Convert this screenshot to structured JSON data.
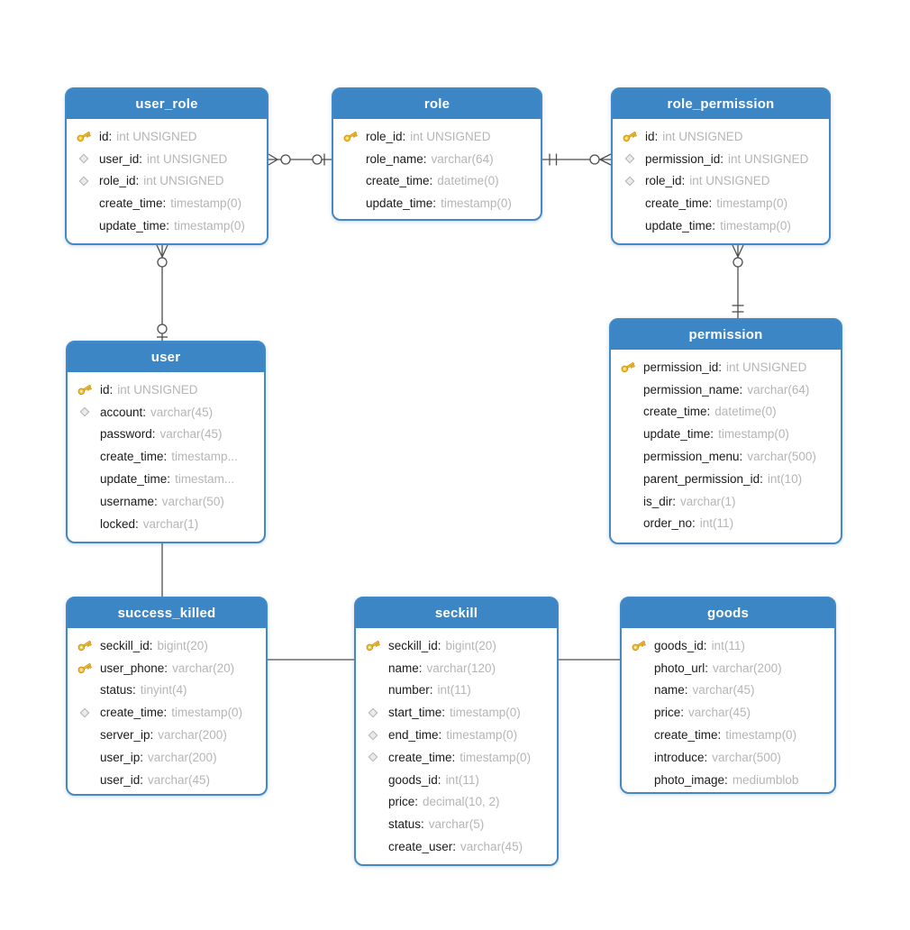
{
  "diagram": {
    "colors": {
      "header_blue": "#3c86c5",
      "border_blue": "#4289c8",
      "connector_line": "#4d4d4d",
      "column_name": "#1b1b1b",
      "column_type": "#b5b5b5",
      "key_icon_fill": "#f6c73e",
      "diamond_icon_fill": "#ebebeb"
    },
    "tables": [
      {
        "id": "user_role",
        "title": "user_role",
        "columns": [
          {
            "icon": "key",
            "name": "id",
            "type": "int UNSIGNED"
          },
          {
            "icon": "diamond",
            "name": "user_id",
            "type": "int UNSIGNED"
          },
          {
            "icon": "diamond",
            "name": "role_id",
            "type": "int UNSIGNED"
          },
          {
            "icon": "none",
            "name": "create_time",
            "type": "timestamp(0)"
          },
          {
            "icon": "none",
            "name": "update_time",
            "type": "timestamp(0)"
          }
        ]
      },
      {
        "id": "role",
        "title": "role",
        "columns": [
          {
            "icon": "key",
            "name": "role_id",
            "type": "int UNSIGNED"
          },
          {
            "icon": "none",
            "name": "role_name",
            "type": "varchar(64)"
          },
          {
            "icon": "none",
            "name": "create_time",
            "type": "datetime(0)"
          },
          {
            "icon": "none",
            "name": "update_time",
            "type": "timestamp(0)"
          }
        ]
      },
      {
        "id": "role_permission",
        "title": "role_permission",
        "columns": [
          {
            "icon": "key",
            "name": "id",
            "type": "int UNSIGNED"
          },
          {
            "icon": "diamond",
            "name": "permission_id",
            "type": "int UNSIGNED"
          },
          {
            "icon": "diamond",
            "name": "role_id",
            "type": "int UNSIGNED"
          },
          {
            "icon": "none",
            "name": "create_time",
            "type": "timestamp(0)"
          },
          {
            "icon": "none",
            "name": "update_time",
            "type": "timestamp(0)"
          }
        ]
      },
      {
        "id": "permission",
        "title": "permission",
        "columns": [
          {
            "icon": "key",
            "name": "permission_id",
            "type": "int UNSIGNED"
          },
          {
            "icon": "none",
            "name": "permission_name",
            "type": "varchar(64)"
          },
          {
            "icon": "none",
            "name": "create_time",
            "type": "datetime(0)"
          },
          {
            "icon": "none",
            "name": "update_time",
            "type": "timestamp(0)"
          },
          {
            "icon": "none",
            "name": "permission_menu",
            "type": "varchar(500)"
          },
          {
            "icon": "none",
            "name": "parent_permission_id",
            "type": "int(10)"
          },
          {
            "icon": "none",
            "name": "is_dir",
            "type": "varchar(1)"
          },
          {
            "icon": "none",
            "name": "order_no",
            "type": "int(11)"
          }
        ]
      },
      {
        "id": "user",
        "title": "user",
        "columns": [
          {
            "icon": "key",
            "name": "id",
            "type": "int UNSIGNED"
          },
          {
            "icon": "diamond",
            "name": "account",
            "type": "varchar(45)"
          },
          {
            "icon": "none",
            "name": "password",
            "type": "varchar(45)"
          },
          {
            "icon": "none",
            "name": "create_time",
            "type": "timestamp..."
          },
          {
            "icon": "none",
            "name": "update_time",
            "type": "timestam..."
          },
          {
            "icon": "none",
            "name": "username",
            "type": "varchar(50)"
          },
          {
            "icon": "none",
            "name": "locked",
            "type": "varchar(1)"
          }
        ]
      },
      {
        "id": "success_killed",
        "title": "success_killed",
        "columns": [
          {
            "icon": "key",
            "name": "seckill_id",
            "type": "bigint(20)"
          },
          {
            "icon": "key",
            "name": "user_phone",
            "type": "varchar(20)"
          },
          {
            "icon": "none",
            "name": "status",
            "type": "tinyint(4)"
          },
          {
            "icon": "diamond",
            "name": "create_time",
            "type": "timestamp(0)"
          },
          {
            "icon": "none",
            "name": "server_ip",
            "type": "varchar(200)"
          },
          {
            "icon": "none",
            "name": "user_ip",
            "type": "varchar(200)"
          },
          {
            "icon": "none",
            "name": "user_id",
            "type": "varchar(45)"
          }
        ]
      },
      {
        "id": "seckill",
        "title": "seckill",
        "columns": [
          {
            "icon": "key",
            "name": "seckill_id",
            "type": "bigint(20)"
          },
          {
            "icon": "none",
            "name": "name",
            "type": "varchar(120)"
          },
          {
            "icon": "none",
            "name": "number",
            "type": "int(11)"
          },
          {
            "icon": "diamond",
            "name": "start_time",
            "type": "timestamp(0)"
          },
          {
            "icon": "diamond",
            "name": "end_time",
            "type": "timestamp(0)"
          },
          {
            "icon": "diamond",
            "name": "create_time",
            "type": "timestamp(0)"
          },
          {
            "icon": "none",
            "name": "goods_id",
            "type": "int(11)"
          },
          {
            "icon": "none",
            "name": "price",
            "type": "decimal(10, 2)"
          },
          {
            "icon": "none",
            "name": "status",
            "type": "varchar(5)"
          },
          {
            "icon": "none",
            "name": "create_user",
            "type": "varchar(45)"
          }
        ]
      },
      {
        "id": "goods",
        "title": "goods",
        "columns": [
          {
            "icon": "key",
            "name": "goods_id",
            "type": "int(11)"
          },
          {
            "icon": "none",
            "name": "photo_url",
            "type": "varchar(200)"
          },
          {
            "icon": "none",
            "name": "name",
            "type": "varchar(45)"
          },
          {
            "icon": "none",
            "name": "price",
            "type": "varchar(45)"
          },
          {
            "icon": "none",
            "name": "create_time",
            "type": "timestamp(0)"
          },
          {
            "icon": "none",
            "name": "introduce",
            "type": "varchar(500)"
          },
          {
            "icon": "none",
            "name": "photo_image",
            "type": "mediumblob"
          }
        ]
      }
    ],
    "relationships": [
      {
        "from": "user_role",
        "to": "role",
        "from_cardinality": "zero-or-many",
        "to_cardinality": "zero-or-one"
      },
      {
        "from": "role",
        "to": "role_permission",
        "from_cardinality": "exactly-one",
        "to_cardinality": "zero-or-many"
      },
      {
        "from": "user_role",
        "to": "user",
        "from_cardinality": "zero-or-many",
        "to_cardinality": "zero-or-one"
      },
      {
        "from": "role_permission",
        "to": "permission",
        "from_cardinality": "zero-or-many",
        "to_cardinality": "exactly-one"
      },
      {
        "from": "user",
        "to": "success_killed",
        "from_cardinality": "plain",
        "to_cardinality": "plain"
      },
      {
        "from": "success_killed",
        "to": "seckill",
        "from_cardinality": "plain",
        "to_cardinality": "plain"
      },
      {
        "from": "seckill",
        "to": "goods",
        "from_cardinality": "plain",
        "to_cardinality": "plain"
      }
    ]
  }
}
